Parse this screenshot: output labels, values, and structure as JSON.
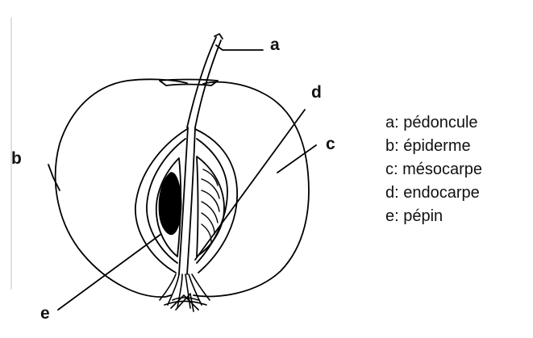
{
  "diagram": {
    "subject": "apple cross-section",
    "line_color": "#000000",
    "background": "#ffffff",
    "markers": [
      {
        "id": "a",
        "text": "a"
      },
      {
        "id": "b",
        "text": "b"
      },
      {
        "id": "c",
        "text": "c"
      },
      {
        "id": "d",
        "text": "d"
      },
      {
        "id": "e",
        "text": "e"
      }
    ],
    "legend": [
      {
        "text": "a: pédoncule"
      },
      {
        "text": "b: épiderme"
      },
      {
        "text": "c: mésocarpe"
      },
      {
        "text": "d: endocarpe"
      },
      {
        "text": "e: pépin"
      }
    ]
  }
}
